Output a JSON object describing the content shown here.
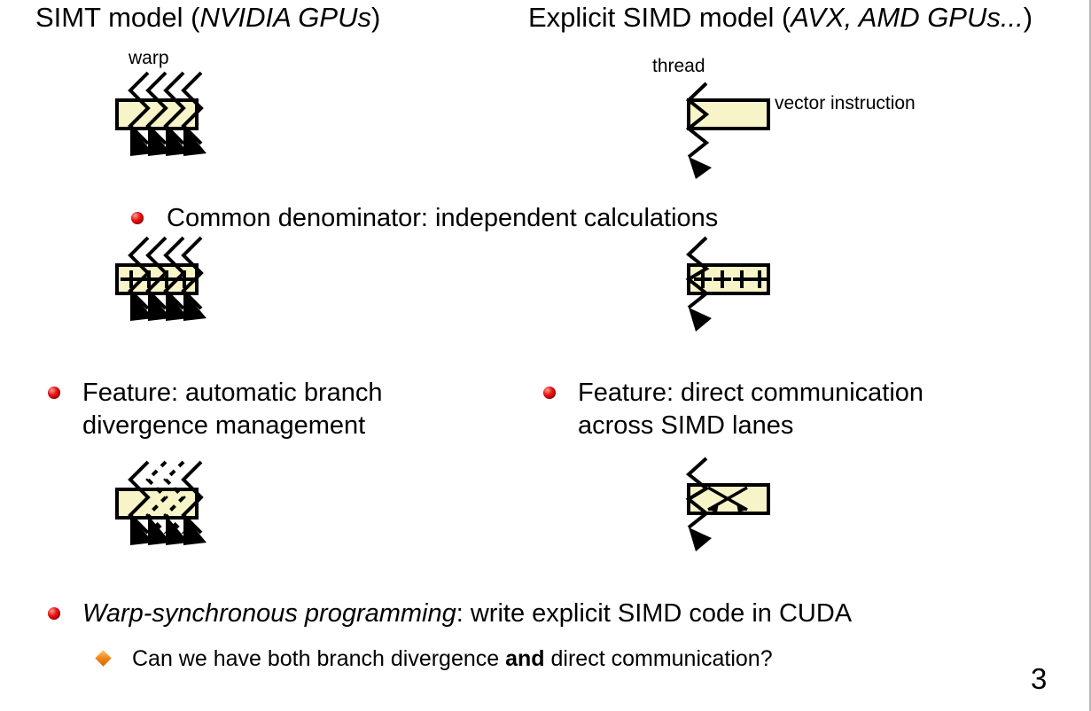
{
  "slide": {
    "number": "3",
    "background_color": "#ffffff",
    "box_fill_color": "#f7f5c8",
    "bullet_color": "#e8110f",
    "sub_bullet_color": "#f08c1b"
  },
  "headers": {
    "left": {
      "plain_1": "SIMT model (",
      "italic": "NVIDIA GPUs",
      "plain_2": ")"
    },
    "right": {
      "plain_1": "Explicit SIMD model (",
      "italic": "AVX, AMD GPUs...",
      "plain_2": ")"
    }
  },
  "captions": {
    "warp": "warp",
    "thread": "thread",
    "vector_instruction": "vector instruction"
  },
  "bullets": {
    "common": "Common denominator: independent calculations",
    "feature_left": "Feature: automatic branch divergence management",
    "feature_right": "Feature: direct communication across SIMD lanes",
    "warp_sync": {
      "italic": "Warp-synchronous programming",
      "rest": ": write explicit SIMD code in CUDA"
    },
    "question": {
      "part_1": "Can we have both branch divergence ",
      "bold": "and",
      "part_2": " direct communication?"
    }
  },
  "diagrams": {
    "warp": {
      "name": "simt-warp-four-lanes",
      "lanes": 4,
      "operator": ""
    },
    "simt_add": {
      "name": "simt-warp-independent-add",
      "lanes": 4,
      "operator": "+"
    },
    "simt_divergence": {
      "name": "simt-warp-branch-divergence",
      "lanes": 4,
      "operator": "dashed-branch"
    },
    "thread": {
      "name": "simd-thread-vector-instruction",
      "lanes": 1,
      "operator": ""
    },
    "simd_add": {
      "name": "simd-vector-independent-add",
      "lanes": 1,
      "operator": "++++"
    },
    "simd_comm": {
      "name": "simd-vector-cross-lane-communication",
      "lanes": 1,
      "operator": "cross-arrows"
    }
  }
}
